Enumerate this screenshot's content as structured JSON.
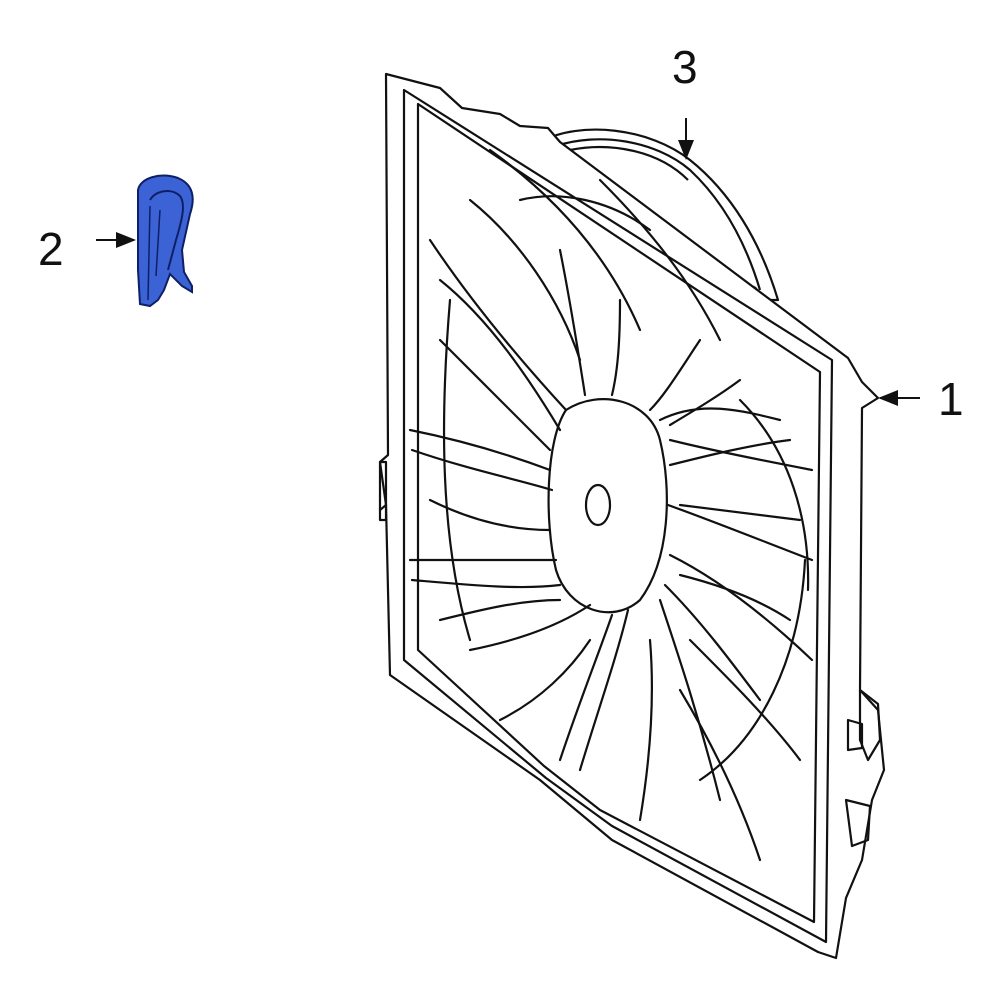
{
  "callouts": [
    {
      "id": "1",
      "label": "1"
    },
    {
      "id": "2",
      "label": "2"
    },
    {
      "id": "3",
      "label": "3"
    }
  ],
  "colors": {
    "line": "#111111",
    "highlight_fill": "#3c63d6",
    "highlight_stroke": "#0f1f66",
    "background": "#ffffff"
  },
  "parts": [
    {
      "callout": "1",
      "icon": "fan-shroud-icon"
    },
    {
      "callout": "2",
      "icon": "retaining-clip-icon"
    },
    {
      "callout": "3",
      "icon": "fan-motor-icon"
    }
  ]
}
